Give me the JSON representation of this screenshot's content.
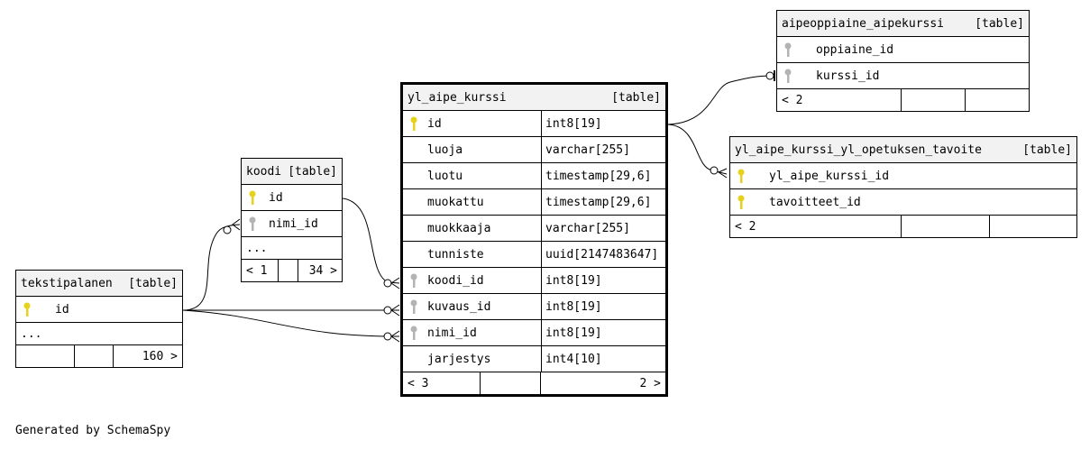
{
  "footer_text": "Generated by SchemaSpy",
  "colors": {
    "primary_key": "#e6d21a",
    "foreign_key": "#b3b3b3",
    "header_bg": "#f2f2f2"
  },
  "tables": {
    "aipeoppiaine": {
      "name": "aipeoppiaine_aipekurssi",
      "tag": "[table]",
      "columns": [
        {
          "name": "oppiaine_id",
          "key": "fk"
        },
        {
          "name": "kurssi_id",
          "key": "fk"
        }
      ],
      "footer": {
        "left": "< 2",
        "right": ""
      }
    },
    "ylaipe": {
      "name": "yl_aipe_kurssi",
      "tag": "[table]",
      "columns": [
        {
          "name": "id",
          "type": "int8[19]",
          "key": "pk"
        },
        {
          "name": "luoja",
          "type": "varchar[255]",
          "key": ""
        },
        {
          "name": "luotu",
          "type": "timestamp[29,6]",
          "key": ""
        },
        {
          "name": "muokattu",
          "type": "timestamp[29,6]",
          "key": ""
        },
        {
          "name": "muokkaaja",
          "type": "varchar[255]",
          "key": ""
        },
        {
          "name": "tunniste",
          "type": "uuid[2147483647]",
          "key": ""
        },
        {
          "name": "koodi_id",
          "type": "int8[19]",
          "key": "fk"
        },
        {
          "name": "kuvaus_id",
          "type": "int8[19]",
          "key": "fk"
        },
        {
          "name": "nimi_id",
          "type": "int8[19]",
          "key": "fk"
        },
        {
          "name": "jarjestys",
          "type": "int4[10]",
          "key": ""
        }
      ],
      "footer": {
        "left": "< 3",
        "right": "2 >"
      }
    },
    "tavoite": {
      "name": "yl_aipe_kurssi_yl_opetuksen_tavoite",
      "tag": "[table]",
      "columns": [
        {
          "name": "yl_aipe_kurssi_id",
          "key": "pk"
        },
        {
          "name": "tavoitteet_id",
          "key": "pk"
        }
      ],
      "footer": {
        "left": "< 2",
        "right": ""
      }
    },
    "koodi": {
      "name": "koodi",
      "tag": "[table]",
      "columns": [
        {
          "name": "id",
          "key": "pk"
        },
        {
          "name": "nimi_id",
          "key": "fk"
        }
      ],
      "ellipsis": "...",
      "footer": {
        "left": "< 1",
        "right": "34 >"
      }
    },
    "tekstipalanen": {
      "name": "tekstipalanen",
      "tag": "[table]",
      "columns": [
        {
          "name": "id",
          "key": "pk"
        }
      ],
      "ellipsis": "...",
      "footer": {
        "left": "",
        "right": "160 >"
      }
    }
  }
}
